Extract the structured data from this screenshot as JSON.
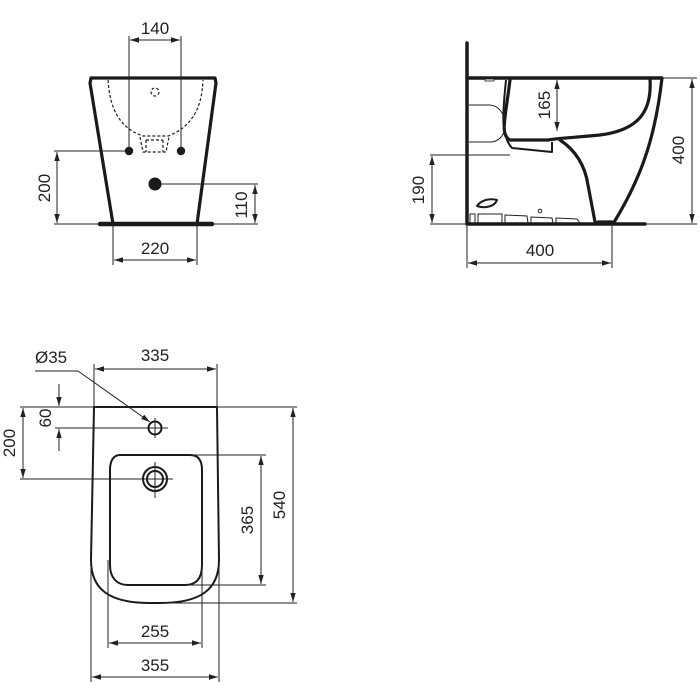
{
  "drawing": {
    "title": "Floor-standing bidet technical drawing",
    "line_color": "#1a1a1a",
    "background": "#ffffff"
  },
  "front_view": {
    "dims": {
      "tap_spacing": "140",
      "inlet_height": "200",
      "waste_height": "110",
      "base_width": "220"
    }
  },
  "side_view": {
    "dims": {
      "bowl_depth": "165",
      "total_height": "400",
      "inlet_height": "190",
      "base_depth": "400"
    }
  },
  "top_view": {
    "dims": {
      "tap_hole_diameter": "Ø35",
      "overall_width_top": "335",
      "tap_hole_offset": "60",
      "waste_offset": "200",
      "bowl_length": "365",
      "overall_length": "540",
      "bowl_width": "255",
      "overall_width": "355"
    }
  }
}
